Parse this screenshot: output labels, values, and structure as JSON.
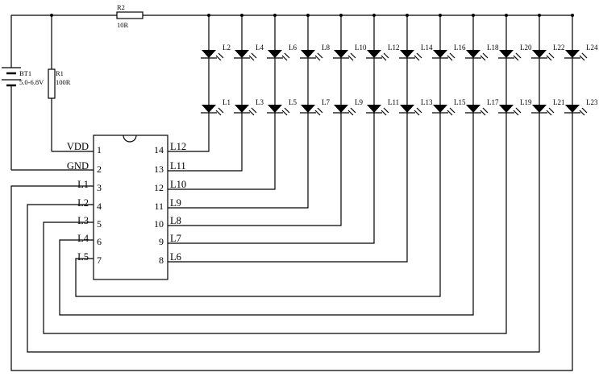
{
  "battery": {
    "name": "BT1",
    "value": "5.0-6.8V"
  },
  "resistors": [
    {
      "name": "R2",
      "value": "10R"
    },
    {
      "name": "R1",
      "value": "100R"
    }
  ],
  "chip": {
    "left_pins": [
      {
        "num": "1",
        "label": "VDD"
      },
      {
        "num": "2",
        "label": "GND"
      },
      {
        "num": "3",
        "label": "L1"
      },
      {
        "num": "4",
        "label": "L2"
      },
      {
        "num": "5",
        "label": "L3"
      },
      {
        "num": "6",
        "label": "L4"
      },
      {
        "num": "7",
        "label": "L5"
      }
    ],
    "right_pins": [
      {
        "num": "14",
        "label": "L12"
      },
      {
        "num": "13",
        "label": "L11"
      },
      {
        "num": "12",
        "label": "L10"
      },
      {
        "num": "11",
        "label": "L9"
      },
      {
        "num": "10",
        "label": "L8"
      },
      {
        "num": "9",
        "label": "L7"
      },
      {
        "num": "8",
        "label": "L6"
      }
    ]
  },
  "led_top_labels": [
    "L2",
    "L4",
    "L6",
    "L8",
    "L10",
    "L12",
    "L14",
    "L16",
    "L18",
    "L20",
    "L22",
    "L24"
  ],
  "led_bottom_labels": [
    "L1",
    "L3",
    "L5",
    "L7",
    "L9",
    "L11",
    "L13",
    "L15",
    "L17",
    "L19",
    "L21",
    "L23"
  ]
}
